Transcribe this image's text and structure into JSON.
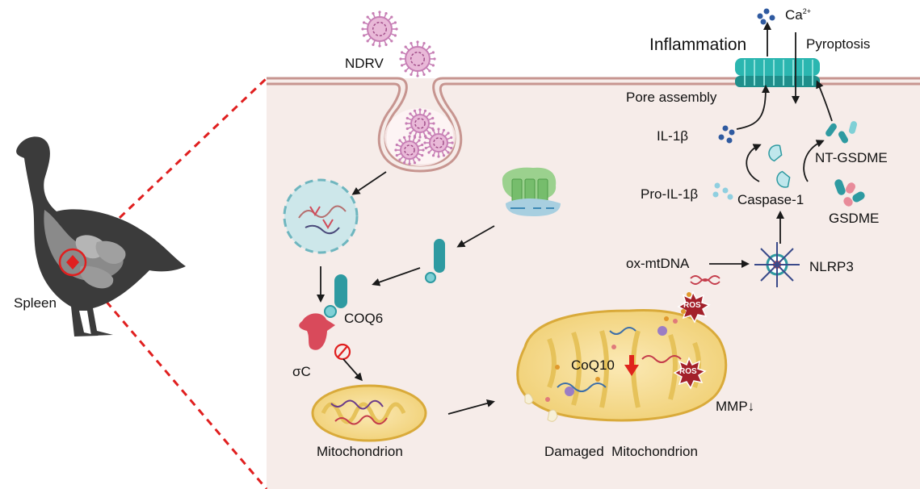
{
  "labels": {
    "spleen": "Spleen",
    "ndrv": "NDRV",
    "inflammation": "Inflammation",
    "ca_base": "Ca",
    "ca_charge": "2+",
    "pyroptosis": "Pyroptosis",
    "pore_assembly": "Pore assembly",
    "il1b": "IL-1β",
    "nt_gsdme": "NT-GSDME",
    "pro_il1b": "Pro-IL-1β",
    "caspase1": "Caspase-1",
    "gsdme": "GSDME",
    "ox_mtdna": "ox-mtDNA",
    "nlrp3": "NLRP3",
    "coq6": "COQ6",
    "sigma_c": "σC",
    "coq10": "CoQ10",
    "ros": "ROS",
    "mmp": "MMP↓",
    "mitochondrion": "Mitochondrion",
    "damaged_mitochondrion": "Damaged  Mitochondrion"
  },
  "colors": {
    "cell_bg": "#f6ece9",
    "membrane": "#c79590",
    "dashed_zoom": "#e01f1f",
    "virus": "#c77fb5",
    "teal_protein": "#2e9aa1",
    "mito_fill": "#f5d98a",
    "mito_outline": "#d9aa3a",
    "ros_star": "#a3202a",
    "ca_dots": "#2f5aa0",
    "arrow": "#1a1a1a",
    "red_arrow": "#e0231c"
  }
}
